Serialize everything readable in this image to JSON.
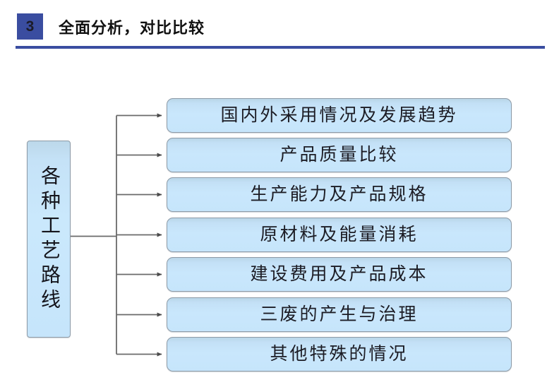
{
  "header": {
    "badge_number": "3",
    "title": "全面分析，对比比较",
    "badge_color": "#3a4da0",
    "rule_color": "#3a4da0"
  },
  "diagram": {
    "type": "tree",
    "root": {
      "label": "各种工艺路线",
      "orientation": "vertical"
    },
    "node_fill_color": "#c6e5fb",
    "node_border_color": "#8d9aa6",
    "connector_color": "#595959",
    "branches": [
      {
        "label": "国内外采用情况及发展趋势"
      },
      {
        "label": "产品质量比较"
      },
      {
        "label": "生产能力及产品规格"
      },
      {
        "label": "原材料及能量消耗"
      },
      {
        "label": "建设费用及产品成本"
      },
      {
        "label": "三废的产生与治理"
      },
      {
        "label": "其他特殊的情况"
      }
    ]
  }
}
